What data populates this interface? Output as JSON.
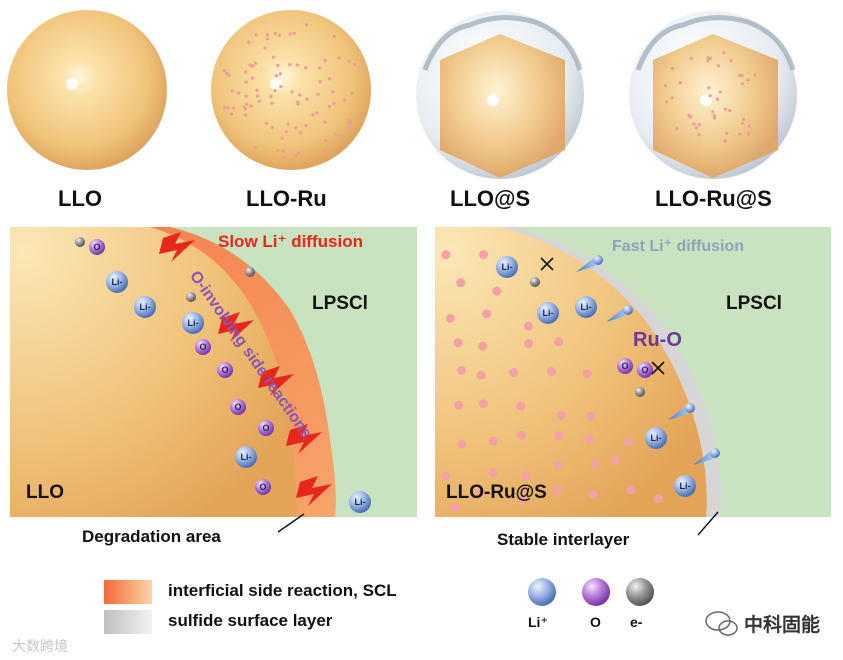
{
  "spheres": [
    {
      "label": "LLO"
    },
    {
      "label": "LLO-Ru"
    },
    {
      "label": "LLO@S"
    },
    {
      "label": "LLO-Ru@S"
    }
  ],
  "left_panel": {
    "diffusion_text": "Slow Li⁺ diffusion",
    "side_reaction_text": "O-involving side reactions",
    "electrolyte_label": "LPSCl",
    "material_label": "LLO",
    "caption": "Degradation area"
  },
  "right_panel": {
    "diffusion_text": "Fast Li⁺ diffusion",
    "bond_label": "Ru-O",
    "electrolyte_label": "LPSCl",
    "material_label": "LLO-Ru@S",
    "caption": "Stable interlayer"
  },
  "species": {
    "li": "Li⁺",
    "li_small": "Li-",
    "o": "O",
    "e": "e-"
  },
  "legend": {
    "items": [
      {
        "label": "interficial side reaction, SCL"
      },
      {
        "label": "sulfide surface layer"
      }
    ],
    "balls": [
      {
        "label": "Li⁺"
      },
      {
        "label": "O"
      },
      {
        "label": "e-"
      }
    ]
  },
  "watermarks": {
    "left": "大数跨境",
    "right": "中科固能"
  },
  "colors": {
    "electrolyte_green": "#c9e3c1",
    "particle_gold": "#f0c37a",
    "scl_orange": "#f2814c",
    "slow_red": "#e8261b",
    "fast_gray": "#8fa3b8",
    "oxygen_purple": "#9f5cc8",
    "li_blue": "#7f9fd6",
    "ru_purple": "#6a3a98"
  }
}
